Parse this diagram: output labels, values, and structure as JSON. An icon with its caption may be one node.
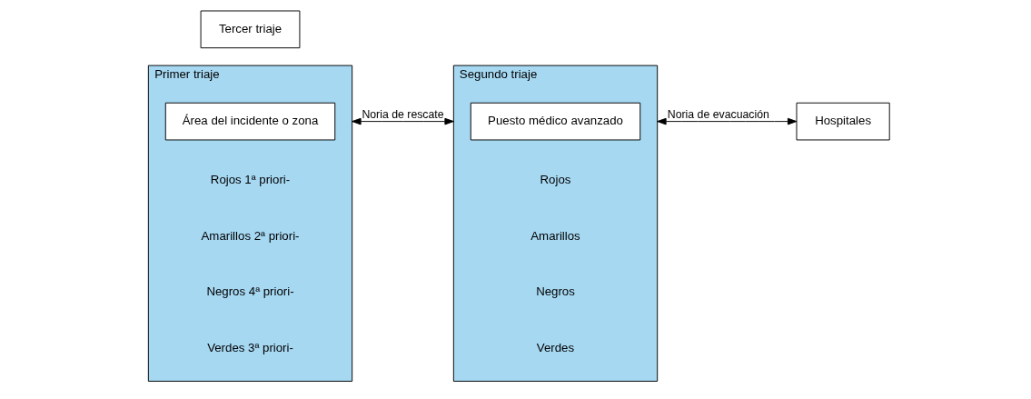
{
  "diagram": {
    "nodes": [
      {
        "text": [
          "Primer triaje"
        ]
      },
      {
        "text": [
          "Área del incidente o zona"
        ],
        "in": 0
      },
      {
        "text": [
          "Segundo triaje"
        ]
      },
      {
        "text": [
          "Puesto médico avanzado"
        ],
        "in": 2
      },
      {
        "text": [
          "Tercer triaje"
        ]
      },
      {
        "text": [
          "Hospitales"
        ]
      }
    ],
    "edges": [
      {
        "from": 0,
        "to": 2,
        "arrow": "both",
        "label": "Noria de rescate"
      },
      {
        "from": 2,
        "to": 5,
        "arrow": "both",
        "label": "Noria de evacuación"
      }
    ],
    "labels": [
      "Rojos 1ª priori-",
      "Amarillos 2ª priori-",
      "Negros 4ª priori-",
      "Verdes 3ª priori-",
      "Rojos",
      "Amarillos",
      "Negros",
      "Verdes"
    ]
  }
}
